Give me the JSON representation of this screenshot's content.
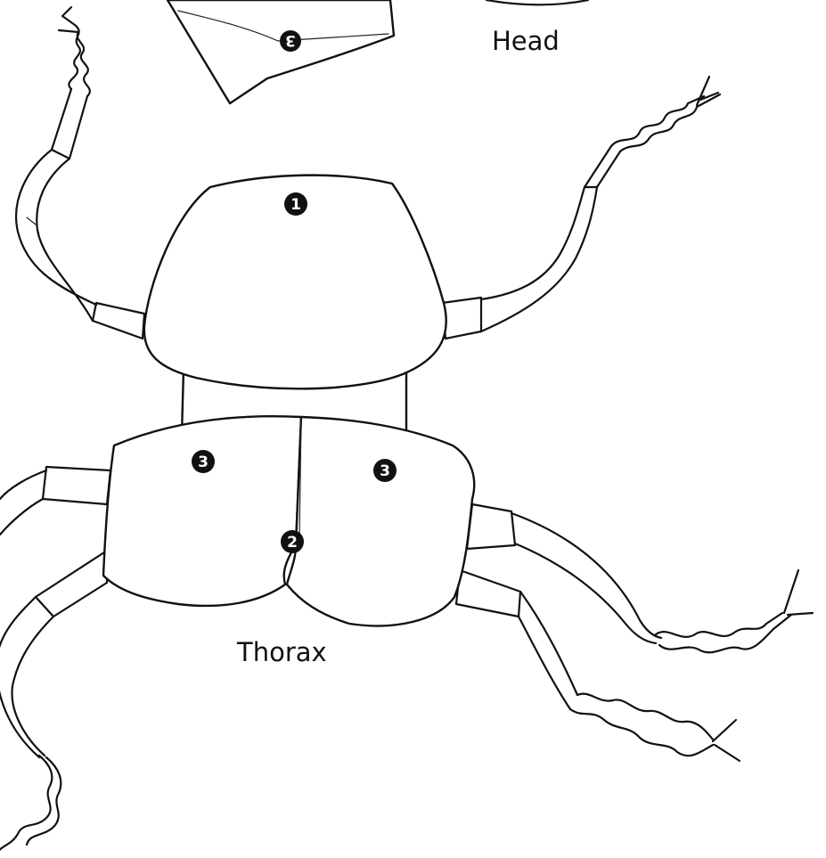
{
  "labels": {
    "head": "Head",
    "thorax": "Thorax"
  },
  "markers": {
    "head_piece": "3",
    "pronotum": "1",
    "center": "2",
    "left_elytron": "3",
    "right_elytron": "3"
  },
  "icons": {
    "legs": "insect-leg-icon",
    "claws": "claw-icon"
  }
}
